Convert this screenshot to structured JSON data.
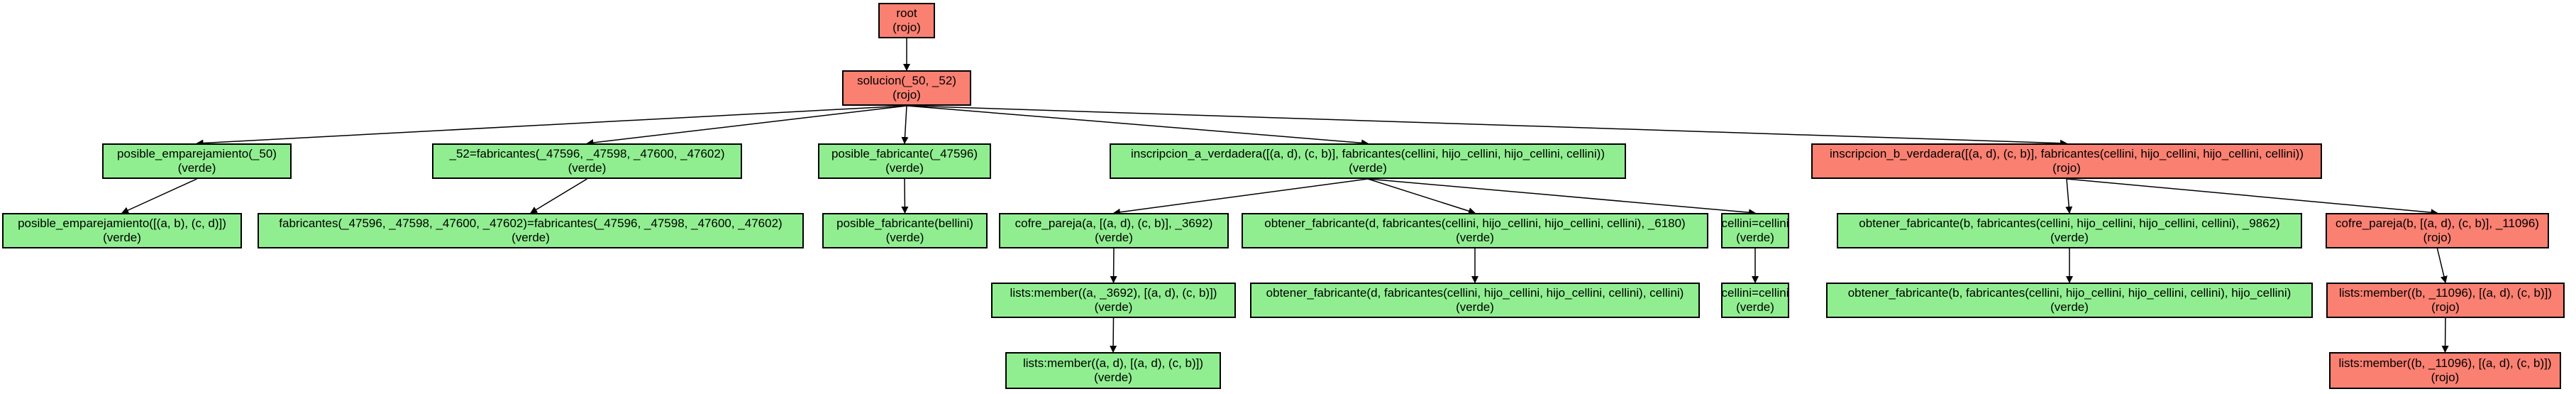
{
  "colors": {
    "verde": "#90ee90",
    "rojo": "#fa8072",
    "edge": "#000000"
  },
  "nodes": [
    {
      "id": "n0",
      "label": "root",
      "status": "(rojo)",
      "color": "rojo"
    },
    {
      "id": "n1",
      "label": "solucion(_50, _52)",
      "status": "(rojo)",
      "color": "rojo"
    },
    {
      "id": "n2",
      "label": "posible_emparejamiento(_50)",
      "status": "(verde)",
      "color": "verde"
    },
    {
      "id": "n3",
      "label": "posible_emparejamiento([(a, b), (c, d)])",
      "status": "(verde)",
      "color": "verde"
    },
    {
      "id": "n4",
      "label": "_52=fabricantes(_47596, _47598, _47600, _47602)",
      "status": "(verde)",
      "color": "verde"
    },
    {
      "id": "n5",
      "label": "fabricantes(_47596, _47598, _47600, _47602)=fabricantes(_47596, _47598, _47600, _47602)",
      "status": "(verde)",
      "color": "verde"
    },
    {
      "id": "n6",
      "label": "posible_fabricante(_47596)",
      "status": "(verde)",
      "color": "verde"
    },
    {
      "id": "n7",
      "label": "posible_fabricante(bellini)",
      "status": "(verde)",
      "color": "verde"
    },
    {
      "id": "n8",
      "label": "inscripcion_a_verdadera([(a, d), (c, b)], fabricantes(cellini, hijo_cellini, hijo_cellini, cellini))",
      "status": "(verde)",
      "color": "verde"
    },
    {
      "id": "n9",
      "label": "cofre_pareja(a, [(a, d), (c, b)], _3692)",
      "status": "(verde)",
      "color": "verde"
    },
    {
      "id": "n10",
      "label": "lists:member((a, _3692), [(a, d), (c, b)])",
      "status": "(verde)",
      "color": "verde"
    },
    {
      "id": "n11",
      "label": "lists:member((a, d), [(a, d), (c, b)])",
      "status": "(verde)",
      "color": "verde"
    },
    {
      "id": "n12",
      "label": "obtener_fabricante(d, fabricantes(cellini, hijo_cellini, hijo_cellini, cellini), _6180)",
      "status": "(verde)",
      "color": "verde"
    },
    {
      "id": "n13",
      "label": "obtener_fabricante(d, fabricantes(cellini, hijo_cellini, hijo_cellini, cellini), cellini)",
      "status": "(verde)",
      "color": "verde"
    },
    {
      "id": "n14",
      "label": "cellini=cellini",
      "status": "(verde)",
      "color": "verde"
    },
    {
      "id": "n15",
      "label": "cellini=cellini",
      "status": "(verde)",
      "color": "verde"
    },
    {
      "id": "n16",
      "label": "inscripcion_b_verdadera([(a, d), (c, b)], fabricantes(cellini, hijo_cellini, hijo_cellini, cellini))",
      "status": "(rojo)",
      "color": "rojo"
    },
    {
      "id": "n17",
      "label": "obtener_fabricante(b, fabricantes(cellini, hijo_cellini, hijo_cellini, cellini), _9862)",
      "status": "(verde)",
      "color": "verde"
    },
    {
      "id": "n18",
      "label": "obtener_fabricante(b, fabricantes(cellini, hijo_cellini, hijo_cellini, cellini), hijo_cellini)",
      "status": "(verde)",
      "color": "verde"
    },
    {
      "id": "n19",
      "label": "cofre_pareja(b, [(a, d), (c, b)], _11096)",
      "status": "(rojo)",
      "color": "rojo"
    },
    {
      "id": "n20",
      "label": "lists:member((b, _11096), [(a, d), (c, b)])",
      "status": "(rojo)",
      "color": "rojo"
    },
    {
      "id": "n21",
      "label": "lists:member((b, _11096), [(a, d), (c, b)])",
      "status": "(rojo)",
      "color": "rojo"
    }
  ],
  "edges": [
    [
      "n0",
      "n1"
    ],
    [
      "n1",
      "n2"
    ],
    [
      "n1",
      "n4"
    ],
    [
      "n1",
      "n6"
    ],
    [
      "n1",
      "n8"
    ],
    [
      "n1",
      "n16"
    ],
    [
      "n2",
      "n3"
    ],
    [
      "n4",
      "n5"
    ],
    [
      "n6",
      "n7"
    ],
    [
      "n8",
      "n9"
    ],
    [
      "n8",
      "n12"
    ],
    [
      "n8",
      "n14"
    ],
    [
      "n9",
      "n10"
    ],
    [
      "n10",
      "n11"
    ],
    [
      "n12",
      "n13"
    ],
    [
      "n14",
      "n15"
    ],
    [
      "n16",
      "n17"
    ],
    [
      "n16",
      "n19"
    ],
    [
      "n17",
      "n18"
    ],
    [
      "n19",
      "n20"
    ],
    [
      "n20",
      "n21"
    ]
  ]
}
